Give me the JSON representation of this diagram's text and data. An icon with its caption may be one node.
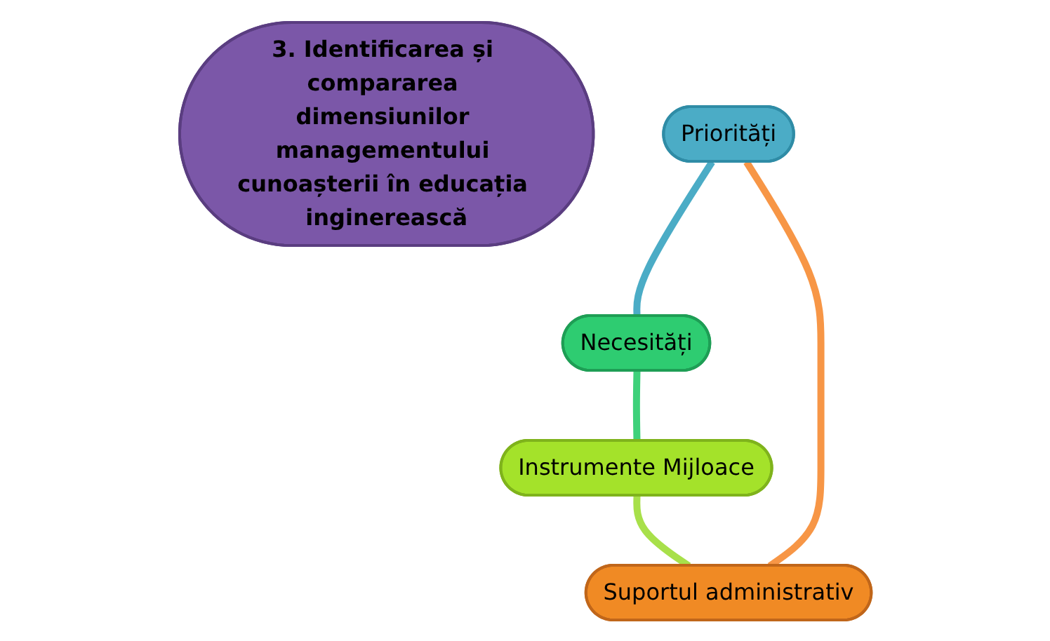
{
  "diagram": {
    "nodes": [
      {
        "text": [
          "3. Identificarea și compararea dimensiunilor managementului cunoașterii în educația inginerească"
        ]
      },
      {
        "text": [
          "Priorități"
        ]
      },
      {
        "text": [
          "Necesități"
        ]
      },
      {
        "text": [
          "Instrumente Mijloace"
        ]
      },
      {
        "text": [
          "Suportul administrativ"
        ]
      }
    ],
    "edges": [
      {
        "from": 4,
        "to": 1,
        "arrow": "none",
        "color": "#f79646"
      },
      {
        "from": 1,
        "to": 2,
        "arrow": "none",
        "color": "#4bacc6"
      },
      {
        "from": 2,
        "to": 3,
        "arrow": "none",
        "color": "#3ed17a"
      },
      {
        "from": 3,
        "to": 4,
        "arrow": "none",
        "color": "#a8e04a"
      }
    ]
  }
}
